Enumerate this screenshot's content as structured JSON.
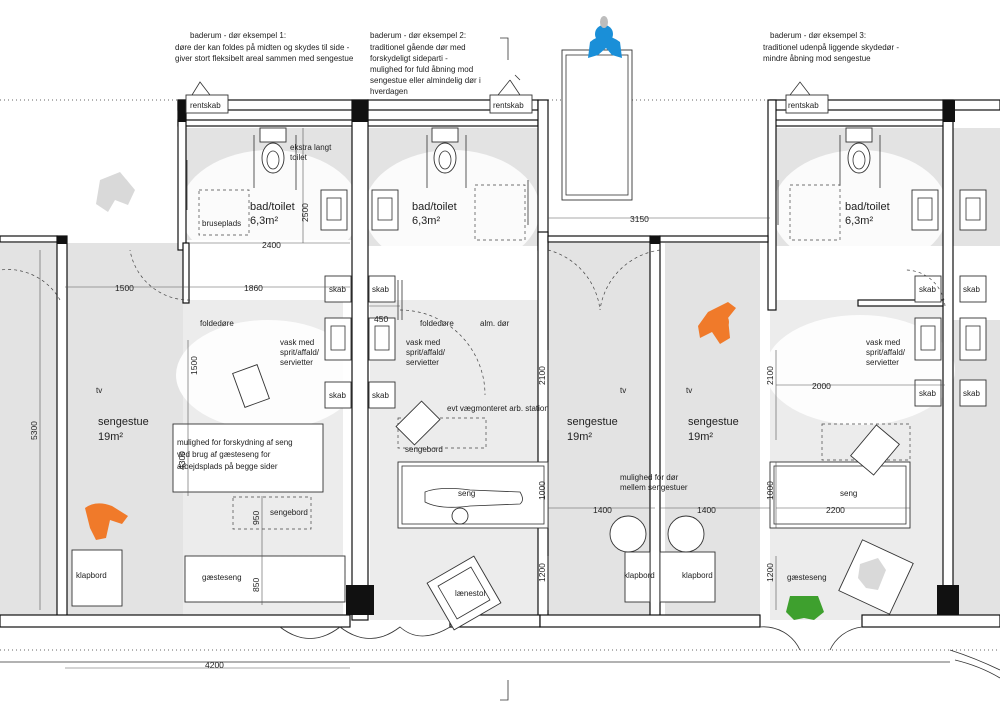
{
  "notes": {
    "door_example_1": {
      "title": "baderum - dør eksempel 1:",
      "lines": [
        "døre der kan foldes på midten og skydes til side -",
        "giver stort fleksibelt areal sammen med sengestue"
      ]
    },
    "door_example_2": {
      "title": "baderum - dør eksempel 2:",
      "lines": [
        "traditionel gående dør med",
        "forskydeligt sideparti -",
        "mulighed for fuld åbning mod",
        "sengestue eller almindelig dør i",
        "hverdagen"
      ]
    },
    "door_example_3": {
      "title": "baderum - dør eksempel 3:",
      "lines": [
        "traditionel udenpå liggende skydedør -",
        "mindre åbning mod sengestue"
      ]
    }
  },
  "rooms": {
    "bathroom_name": "bad/toilet",
    "bathroom_area": "6,3m²",
    "ward_name": "sengestue",
    "ward_area": "19m²"
  },
  "labels": {
    "rentskab": "rentskab",
    "ekstra_langt_toilet": [
      "ekstra langt",
      "toilet"
    ],
    "bruseplads": "bruseplads",
    "skab": "skab",
    "foldedore": "foldedøre",
    "alm_dor": "alm. dør",
    "vask_med": [
      "vask med",
      "sprit/affald/",
      "servietter"
    ],
    "tv": "tv",
    "mulighed_forskydning": [
      "mulighed for forskydning af seng",
      "ved brug af gæsteseng for",
      "arbejdsplads på begge sider"
    ],
    "sengebord": "sengebord",
    "gaesteseng": "gæsteseng",
    "klapbord": "klapbord",
    "seng": "seng",
    "laenestol": "lænestol",
    "evt_station": "evt vægmonteret arb. station",
    "mulighed_dor": [
      "mulighed for dør",
      "mellem sengestuer"
    ]
  },
  "dimensions": {
    "d2500": "2500",
    "d2400": "2400",
    "d1500a": "1500",
    "d1860": "1860",
    "d450": "450",
    "d1500b": "1500",
    "d5300": "5300",
    "d4300": "4300",
    "d950": "950",
    "d850": "850",
    "d4200": "4200",
    "d3150": "3150",
    "d2100a": "2100",
    "d1000a": "1000",
    "d1200a": "1200",
    "d1400a": "1400",
    "d1400b": "1400",
    "d2100b": "2100",
    "d2000": "2000",
    "d1000b": "1000",
    "d2200": "2200",
    "d1200b": "1200"
  },
  "colors": {
    "floor_grey": "#e3e3e3",
    "person_orange": "#f07a2a",
    "person_blue": "#1a8fd8",
    "person_green": "#3ea02e",
    "person_grey": "#d9d9d9"
  }
}
